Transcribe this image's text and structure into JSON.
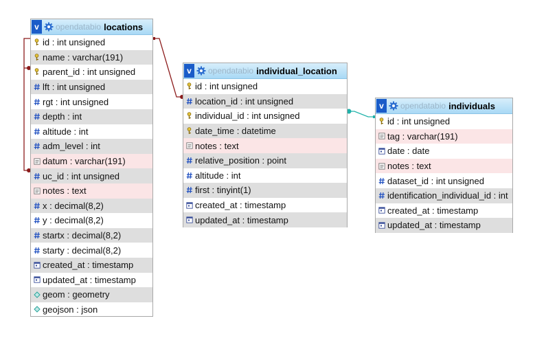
{
  "colors": {
    "header_gradient_top": "#d7eefb",
    "header_gradient_bottom": "#a9d9f5",
    "toggle_bg": "#1a5cc8",
    "row_alt": "#dedede",
    "row_text_type": "#fbe5e6",
    "connector_dark_red": "#8b1a1a",
    "connector_teal": "#20b2aa"
  },
  "tables": {
    "locations": {
      "toggle": "v",
      "db": "opendatabio",
      "name": "locations",
      "rows": [
        {
          "label": "id : int unsigned",
          "icon": "key-icon"
        },
        {
          "label": "name : varchar(191)",
          "icon": "key-icon"
        },
        {
          "label": "parent_id : int unsigned",
          "icon": "key-icon"
        },
        {
          "label": "lft : int unsigned",
          "icon": "numeric-icon"
        },
        {
          "label": "rgt : int unsigned",
          "icon": "numeric-icon"
        },
        {
          "label": "depth : int",
          "icon": "numeric-icon"
        },
        {
          "label": "altitude : int",
          "icon": "numeric-icon"
        },
        {
          "label": "adm_level : int",
          "icon": "numeric-icon"
        },
        {
          "label": "datum : varchar(191)",
          "icon": "text-icon"
        },
        {
          "label": "uc_id : int unsigned",
          "icon": "numeric-icon"
        },
        {
          "label": "notes : text",
          "icon": "text-icon"
        },
        {
          "label": "x : decimal(8,2)",
          "icon": "numeric-icon"
        },
        {
          "label": "y : decimal(8,2)",
          "icon": "numeric-icon"
        },
        {
          "label": "startx : decimal(8,2)",
          "icon": "numeric-icon"
        },
        {
          "label": "starty : decimal(8,2)",
          "icon": "numeric-icon"
        },
        {
          "label": "created_at : timestamp",
          "icon": "calendar-icon"
        },
        {
          "label": "updated_at : timestamp",
          "icon": "calendar-icon"
        },
        {
          "label": "geom : geometry",
          "icon": "geometry-icon"
        },
        {
          "label": "geojson : json",
          "icon": "geometry-icon"
        }
      ]
    },
    "individual_location": {
      "toggle": "v",
      "db": "opendatabio",
      "name": "individual_location",
      "rows": [
        {
          "label": "id : int unsigned",
          "icon": "key-icon"
        },
        {
          "label": "location_id : int unsigned",
          "icon": "numeric-icon"
        },
        {
          "label": "individual_id : int unsigned",
          "icon": "key-icon"
        },
        {
          "label": "date_time : datetime",
          "icon": "key-icon"
        },
        {
          "label": "notes : text",
          "icon": "text-icon"
        },
        {
          "label": "relative_position : point",
          "icon": "numeric-icon"
        },
        {
          "label": "altitude : int",
          "icon": "numeric-icon"
        },
        {
          "label": "first : tinyint(1)",
          "icon": "numeric-icon"
        },
        {
          "label": "created_at : timestamp",
          "icon": "calendar-icon"
        },
        {
          "label": "updated_at : timestamp",
          "icon": "calendar-icon"
        }
      ]
    },
    "individuals": {
      "toggle": "v",
      "db": "opendatabio",
      "name": "individuals",
      "rows": [
        {
          "label": "id : int unsigned",
          "icon": "key-icon"
        },
        {
          "label": "tag : varchar(191)",
          "icon": "text-icon"
        },
        {
          "label": "date : date",
          "icon": "calendar-icon"
        },
        {
          "label": "notes : text",
          "icon": "text-icon"
        },
        {
          "label": "dataset_id : int unsigned",
          "icon": "numeric-icon"
        },
        {
          "label": "identification_individual_id : int",
          "icon": "numeric-icon"
        },
        {
          "label": "created_at : timestamp",
          "icon": "calendar-icon"
        },
        {
          "label": "updated_at : timestamp",
          "icon": "calendar-icon"
        }
      ]
    }
  }
}
